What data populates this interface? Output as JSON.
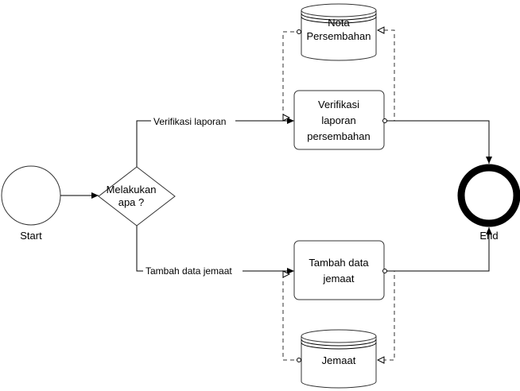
{
  "nodes": {
    "start_label": "Start",
    "end_label": "End",
    "decision_lines": [
      "Melakukan",
      "apa ?"
    ],
    "task_verify_lines": [
      "Verifikasi",
      "laporan",
      "persembahan"
    ],
    "task_add_lines": [
      "Tambah data",
      "jemaat"
    ],
    "store_nota_lines": [
      "Nota",
      "Persembahan"
    ],
    "store_jemaat_lines": [
      "Jemaat"
    ]
  },
  "edges": {
    "verify_label": "Verifikasi laporan",
    "add_label": "Tambah data jemaat"
  }
}
